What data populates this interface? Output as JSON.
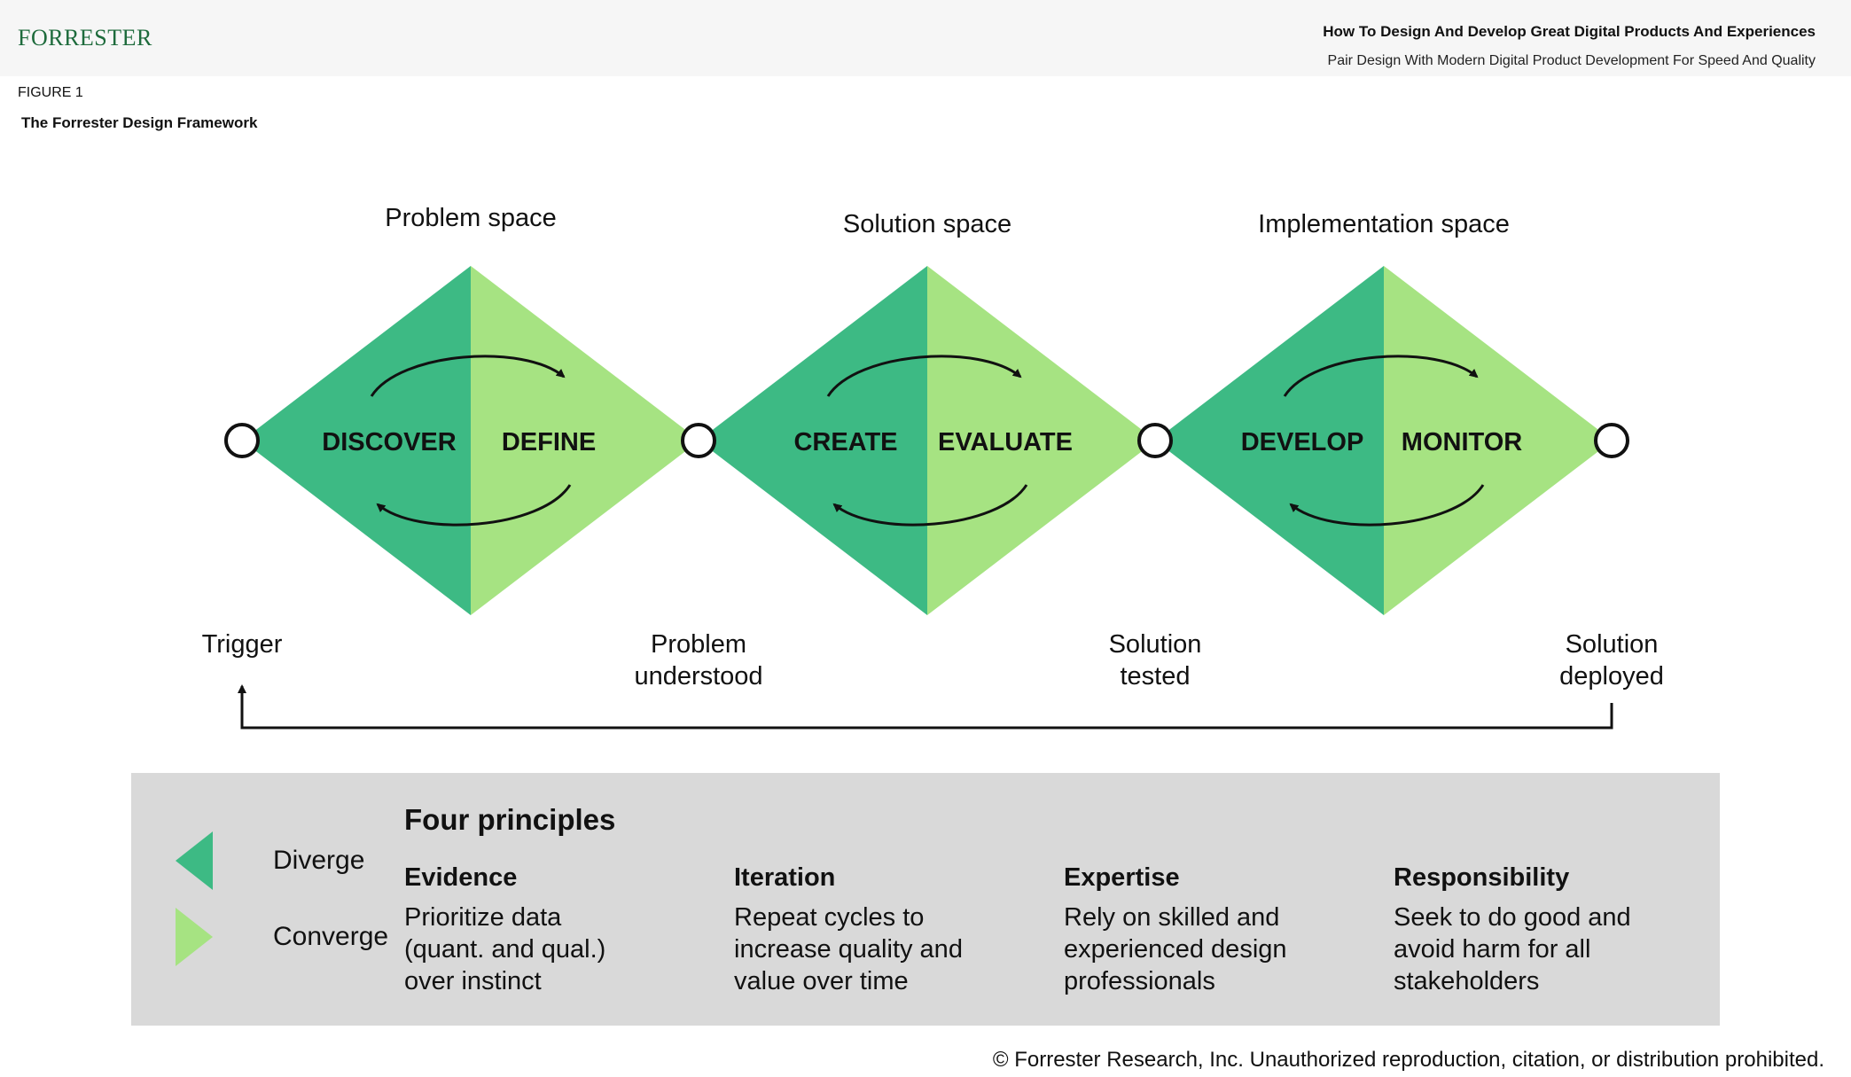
{
  "header": {
    "logo": "FORRESTER",
    "title": "How To Design And Develop Great Digital Products And Experiences",
    "subtitle": "Pair Design With Modern Digital Product Development For Speed And Quality"
  },
  "figure": {
    "label": "FIGURE 1",
    "title": "The Forrester Design Framework"
  },
  "colors": {
    "diverge": "#3dba84",
    "converge": "#a6e382",
    "panel": "#d9d9d9"
  },
  "spaces": [
    {
      "label": "Problem space",
      "diverge_phase": "DISCOVER",
      "converge_phase": "DEFINE"
    },
    {
      "label": "Solution space",
      "diverge_phase": "CREATE",
      "converge_phase": "EVALUATE"
    },
    {
      "label": "Implementation space",
      "diverge_phase": "DEVELOP",
      "converge_phase": "MONITOR"
    }
  ],
  "milestones": [
    {
      "lines": [
        "Trigger"
      ]
    },
    {
      "lines": [
        "Problem",
        "understood"
      ]
    },
    {
      "lines": [
        "Solution",
        "tested"
      ]
    },
    {
      "lines": [
        "Solution",
        "deployed"
      ]
    }
  ],
  "legend": {
    "diverge": "Diverge",
    "converge": "Converge"
  },
  "principles": {
    "heading": "Four principles",
    "items": [
      {
        "name": "Evidence",
        "lines": [
          "Prioritize data",
          "(quant. and qual.)",
          "over instinct"
        ]
      },
      {
        "name": "Iteration",
        "lines": [
          "Repeat cycles to",
          "increase quality and",
          "value over time"
        ]
      },
      {
        "name": "Expertise",
        "lines": [
          "Rely on skilled and",
          "experienced design",
          "professionals"
        ]
      },
      {
        "name": "Responsibility",
        "lines": [
          "Seek to do good and",
          "avoid harm for all",
          "stakeholders"
        ]
      }
    ]
  },
  "copyright": "© Forrester Research, Inc. Unauthorized reproduction, citation, or distribution prohibited."
}
